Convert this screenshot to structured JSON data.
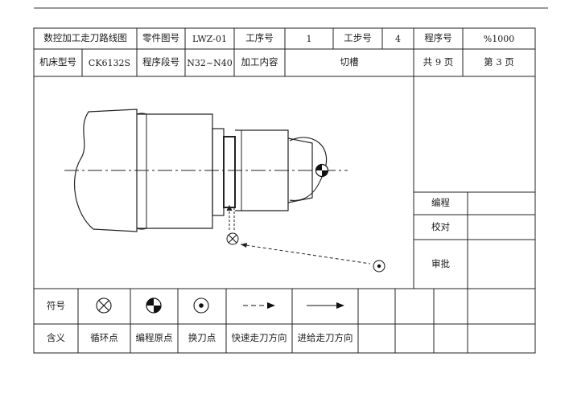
{
  "header": {
    "row1": {
      "title": "数控加工走刀路线图",
      "part_no_label": "零件图号",
      "part_no": "LWZ-01",
      "operation_label": "工序号",
      "operation": "1",
      "step_label": "工步号",
      "step": "4",
      "program_label": "程序号",
      "program": "%1000"
    },
    "row2": {
      "machine_label": "机床型号",
      "machine": "CK6132S",
      "segment_label": "程序段号",
      "segment": "N32~N40",
      "content_label": "加工内容",
      "content": "切槽",
      "total_pages": "共 9 页",
      "page": "第 3 页"
    }
  },
  "side_panel": {
    "edit_label": "编程",
    "check_label": "校对",
    "approve_label": "审批"
  },
  "legend": {
    "symbol_label": "符号",
    "meaning_label": "含义",
    "items": [
      {
        "icon": "cycle-point-icon",
        "meaning": "循环点"
      },
      {
        "icon": "program-origin-icon",
        "meaning": "编程原点"
      },
      {
        "icon": "tool-change-point-icon",
        "meaning": "换刀点"
      },
      {
        "icon": "rapid-traverse-arrow-icon",
        "meaning": "快速走刀方向"
      },
      {
        "icon": "feed-direction-arrow-icon",
        "meaning": "进给走刀方向"
      }
    ]
  }
}
